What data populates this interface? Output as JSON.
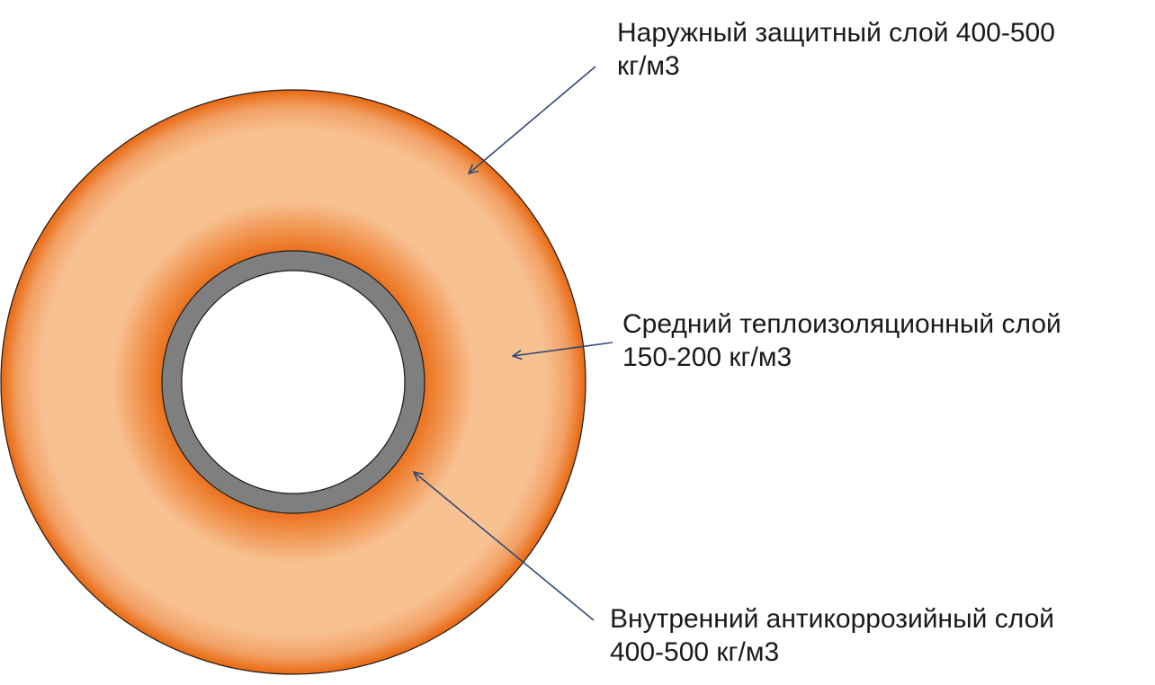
{
  "labels": {
    "outer": {
      "line1": "Наружный защитный слой 400-500",
      "line2": "кг/м3"
    },
    "middle": {
      "line1": "Средний теплоизоляционный слой",
      "line2": "150-200 кг/м3"
    },
    "inner": {
      "line1": "Внутренний антикоррозийный слой",
      "line2": "400-500 кг/м3"
    }
  },
  "colors": {
    "orange_dark": "#e8650c",
    "orange_light": "#f8c192",
    "steel": "#7f7f7f",
    "arrow": "#2f4a73"
  }
}
